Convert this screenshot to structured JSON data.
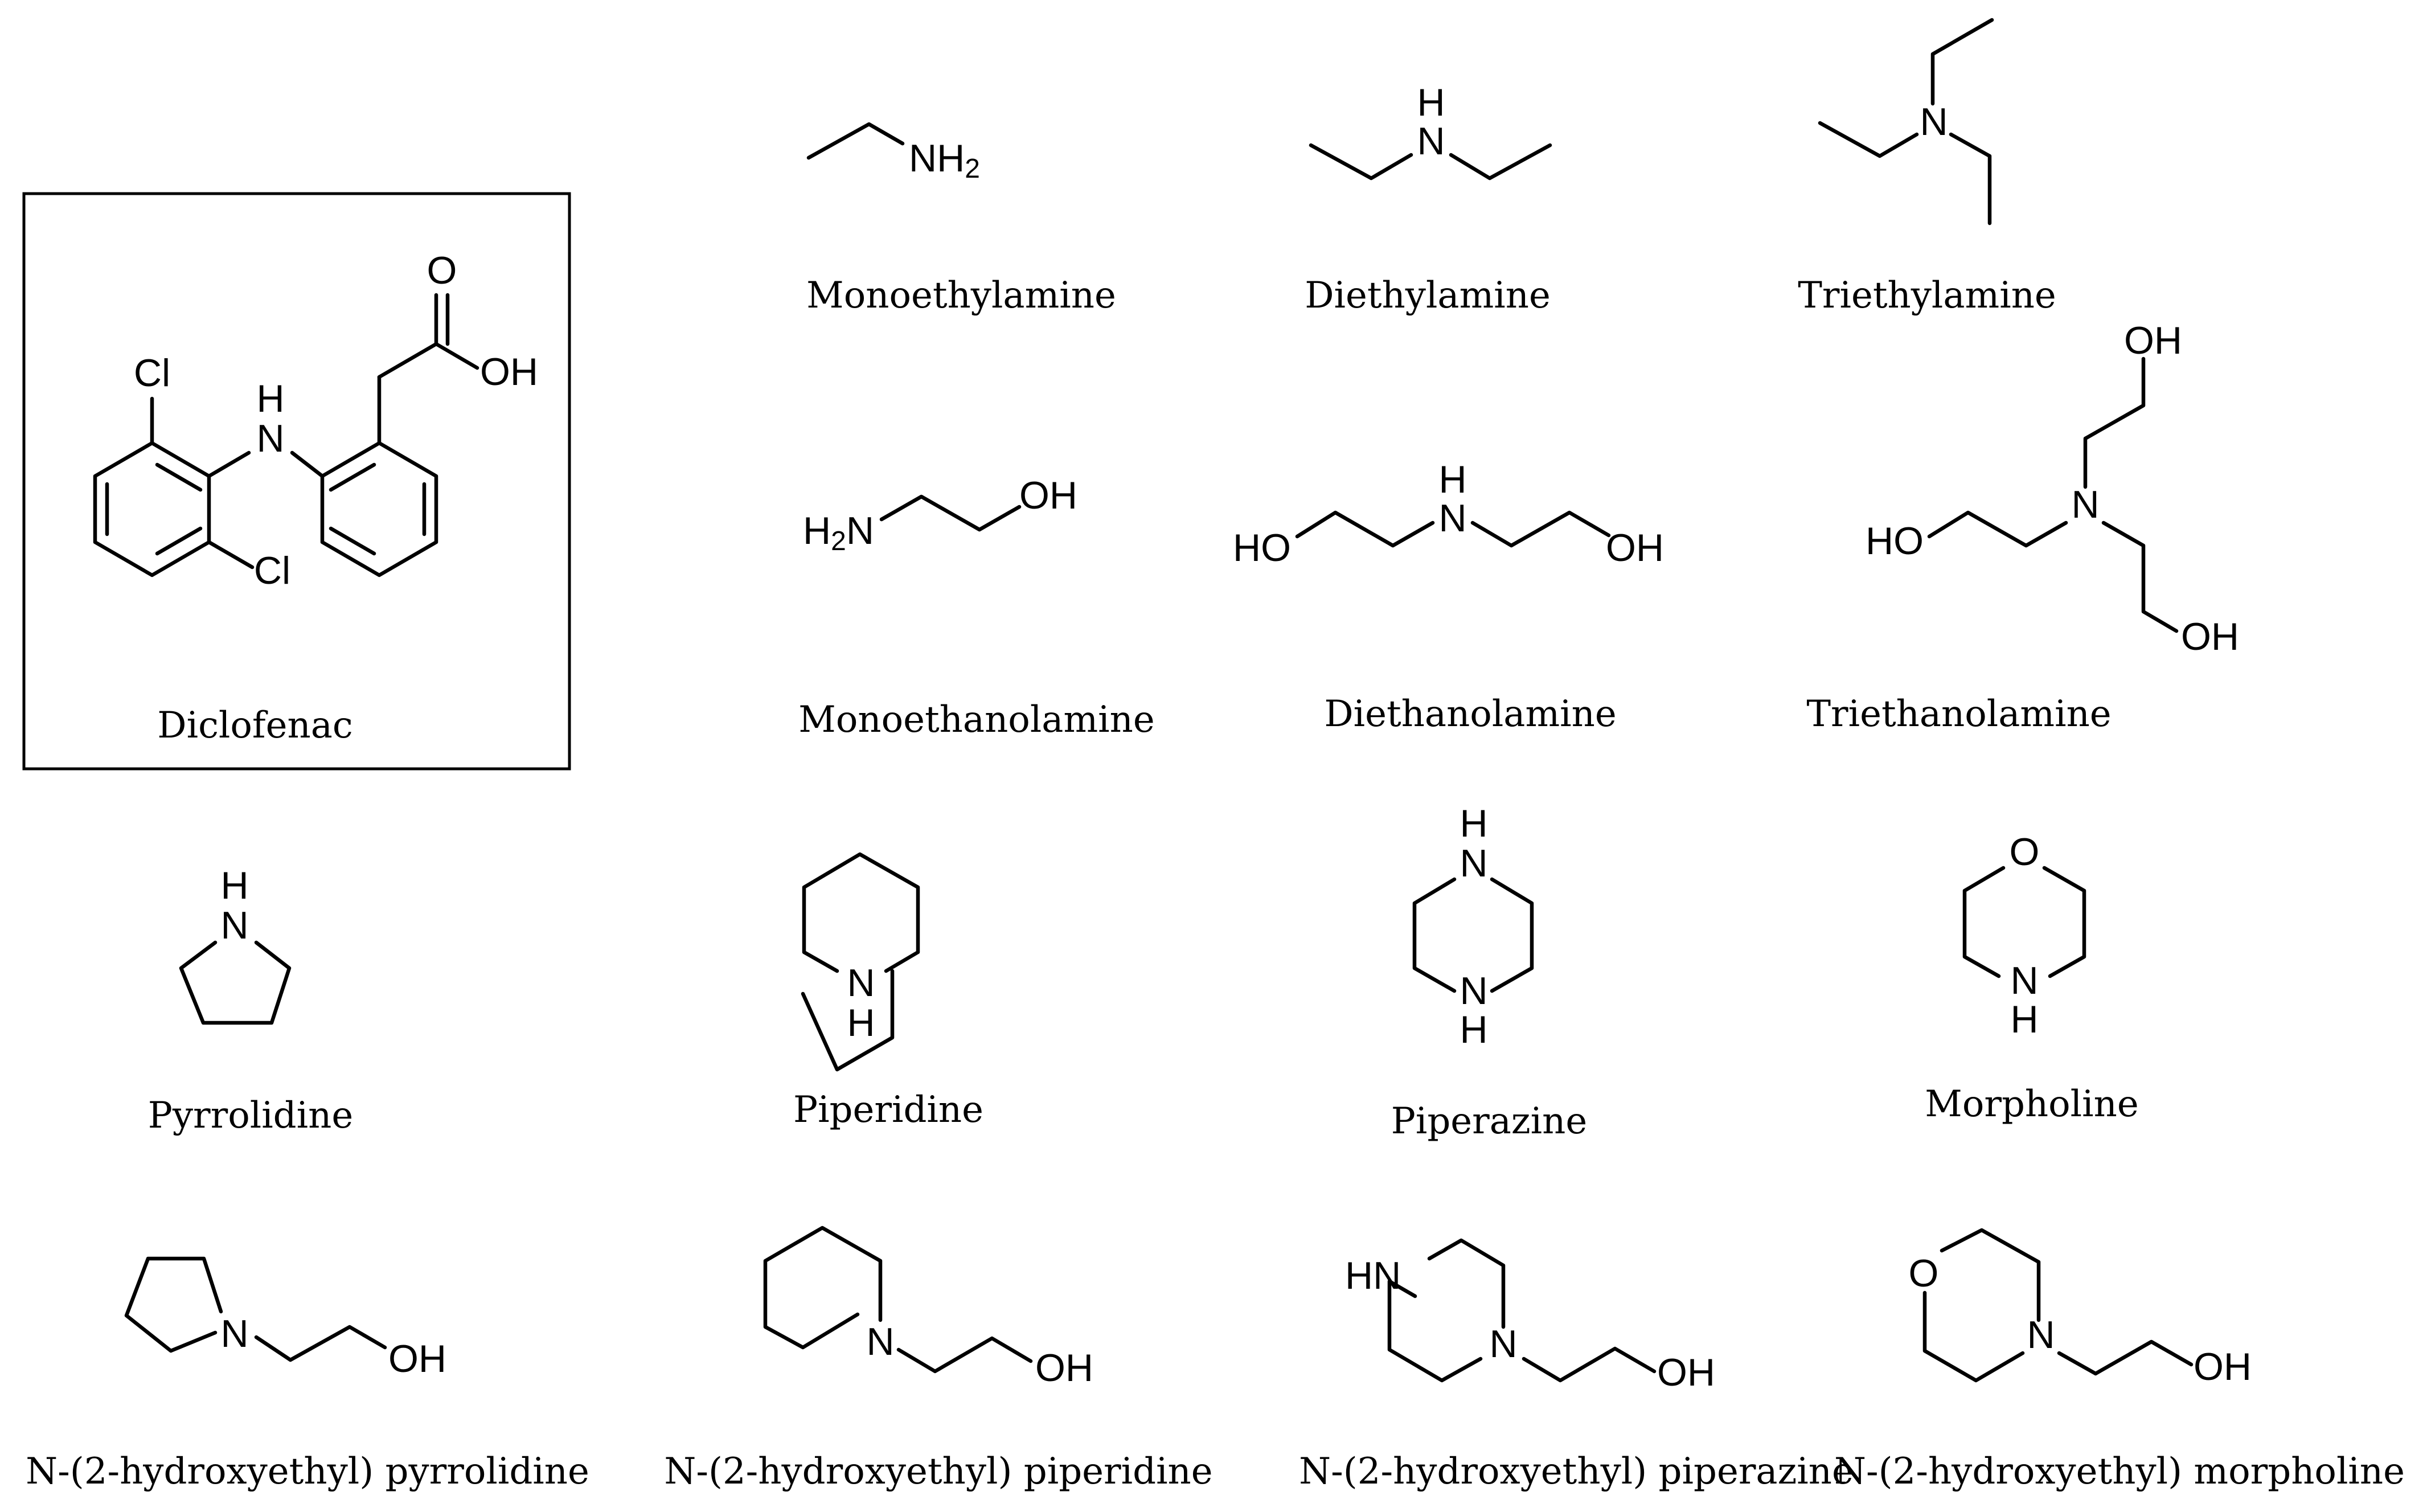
{
  "compounds": {
    "diclofenac": "Diclofenac",
    "monoethylamine": "Monoethylamine",
    "diethylamine": "Diethylamine",
    "triethylamine": "Triethylamine",
    "monoethanolamine": "Monoethanolamine",
    "diethanolamine": "Diethanolamine",
    "triethanolamine": "Triethanolamine",
    "pyrrolidine": "Pyrrolidine",
    "piperidine": "Piperidine",
    "piperazine": "Piperazine",
    "morpholine": "Morpholine",
    "he_pyrrolidine": "N-(2-hydroxyethyl) pyrrolidine",
    "he_piperidine": "N-(2-hydroxyethyl) piperidine",
    "he_piperazine": "N-(2-hydroxyethyl) piperazine",
    "he_morpholine": "N-(2-hydroxyethyl) morpholine"
  },
  "atoms": {
    "O": "O",
    "OH": "OH",
    "HO": "HO",
    "N": "N",
    "H": "H",
    "HN": "HN",
    "Cl": "Cl",
    "NH": "NH",
    "H2N_H": "H",
    "H2N_N": "N",
    "two": "2"
  }
}
